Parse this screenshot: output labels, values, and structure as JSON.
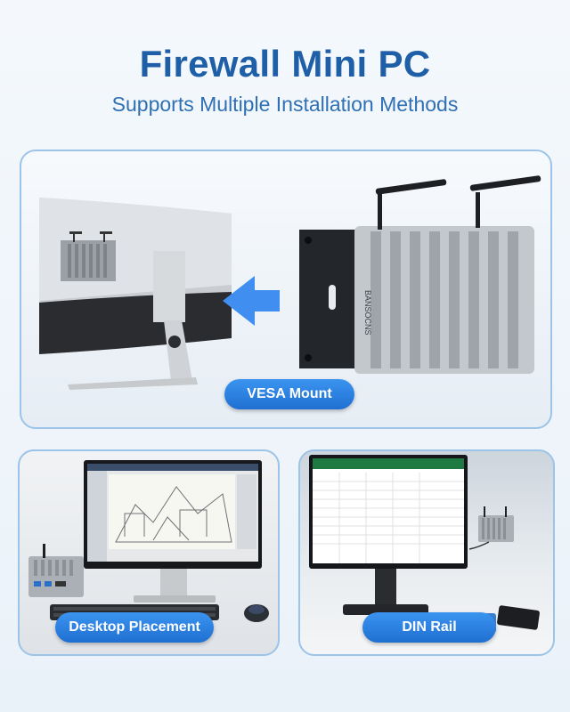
{
  "header": {
    "title": "Firewall Mini PC",
    "subtitle": "Supports Multiple Installation Methods"
  },
  "panels": {
    "vesa": {
      "label": "VESA Mount",
      "device_brand": "BANSOCNS"
    },
    "desktop": {
      "label": "Desktop Placement"
    },
    "din": {
      "label": "DIN Rail"
    }
  },
  "colors": {
    "title": "#1e5fa8",
    "accent": "#2a84e6",
    "panel_border": "#9cc4e8"
  }
}
